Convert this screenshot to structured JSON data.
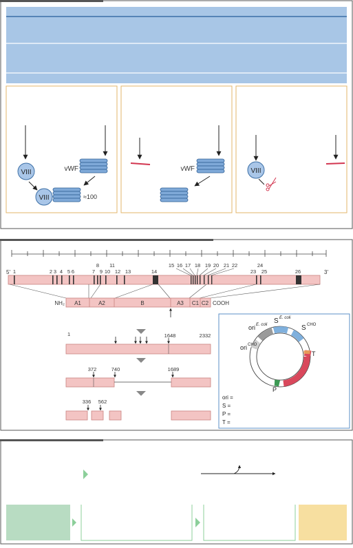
{
  "colors": {
    "blue_band": "#a8c6e6",
    "blue_line": "#3b6ea5",
    "blue_disc": "#a9c6e8",
    "orange_frame": "#e3b46a",
    "pink_bar": "#f3c4c3",
    "pink_edge": "#c98280",
    "red_mark": "#d2354f",
    "plasmid_red": "#d9485c",
    "plasmid_blue": "#7fb0dd",
    "plasmid_orange": "#e69a5a",
    "plasmid_green": "#3d9a55",
    "plasmid_gray": "#9a9a9a",
    "green_box": "#b8dcc2",
    "green_arrow": "#8ccf9a",
    "yellow_box": "#f7dfa0",
    "frame_border": "#555555"
  },
  "panel_a": {
    "factor_viii": "VIII",
    "vwf": "vWF",
    "ratio": "≈100",
    "col3_factor": "VIII"
  },
  "panel_b": {
    "end_5": "5'",
    "end_3": "3'",
    "exons": [
      "1",
      "2",
      "3",
      "4",
      "5",
      "6",
      "7",
      "8",
      "9",
      "10",
      "11",
      "12",
      "13",
      "14",
      "15",
      "16",
      "17",
      "18",
      "19",
      "20",
      "21",
      "22",
      "23",
      "24",
      "25",
      "26"
    ],
    "domain_n": "NH₂",
    "domains": [
      "A1",
      "A2",
      "B",
      "A3",
      "C1",
      "C2"
    ],
    "domain_c": "COOH",
    "protein_start": "1",
    "cleave_1648": "1648",
    "protein_end": "2332",
    "pos_372": "372",
    "pos_740": "740",
    "pos_1689": "1689",
    "pos_336": "336",
    "pos_562": "562",
    "plasmid": {
      "s_ecoli": "S",
      "s_ecoli_sup": "E. coli",
      "s_cho": "S",
      "s_cho_sup": "CHO",
      "ori_ecoli": "ori",
      "ori_ecoli_sup": "E. coli",
      "ori_cho": "ori",
      "ori_cho_sup": "CHO",
      "t_label": "T",
      "p_label": "P",
      "legend": [
        "ori =",
        "S =",
        "P =",
        "T ="
      ]
    }
  }
}
